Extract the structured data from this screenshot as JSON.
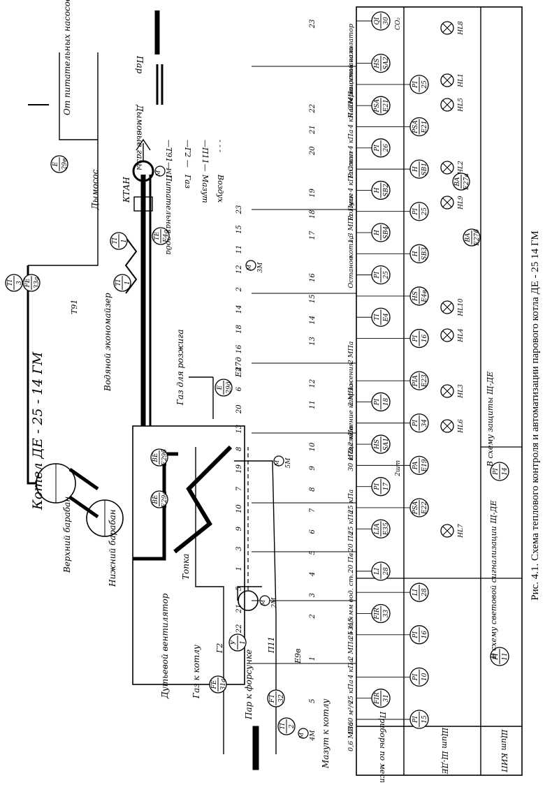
{
  "caption": "Рис. 4.1. Схема теплового контроля и автоматизации парового котла ДЕ - 25 14 ГМ",
  "title": "Котел ДЕ - 25 - 14 ГМ",
  "legend": {
    "steam": "Пар",
    "flue_gas": "Дымовые газы",
    "feed_water_code": "—Т91—",
    "feed_water": "Питательная вода",
    "gas_code": "—Г2 —",
    "gas": "Газ",
    "mazut_code": "—П11—",
    "mazut": "Мазут",
    "air_code": "- - -",
    "air": "Воздух"
  },
  "equipment": {
    "smoke_exhauster": "Дымосос",
    "ktan": "КТАН",
    "economizer": "Водяной экономайзер",
    "upper_drum": "Верхний барабан",
    "lower_drum": "Нижний барабан",
    "furnace": "Топка",
    "blower": "Дутьевой вентилятор",
    "gas_to_boiler": "Газ к котлу",
    "mazut_to_boiler": "Мазут к котлу",
    "steam_to_nozzle": "Пар к форсунке",
    "ignition_gas": "Газ для розжига",
    "from_feed_pumps": "От питательных насосов"
  },
  "pipe_codes": {
    "t91": "Т91",
    "g2": "Г2",
    "n11": "П11"
  },
  "motors": [
    "1М",
    "2М",
    "3М",
    "4М",
    "5М"
  ],
  "field_devices": [
    {
      "top": "ТI",
      "bottom": "3"
    },
    {
      "top": "FE",
      "bottom": "33а"
    },
    {
      "top": "ТI",
      "bottom": "1"
    },
    {
      "top": "ТI",
      "bottom": "1"
    },
    {
      "top": "TE",
      "bottom": "Е4а"
    },
    {
      "top": "E",
      "bottom": "29в"
    },
    {
      "top": "BE",
      "bottom": "E29б"
    },
    {
      "top": "BE",
      "bottom": "E29а"
    },
    {
      "top": "E",
      "bottom": "29д"
    },
    {
      "top": "FE",
      "bottom": "31а"
    },
    {
      "top": "ТI",
      "bottom": "2"
    },
    {
      "top": "FT",
      "bottom": "32"
    },
    {
      "top": "У",
      "bottom": "1"
    }
  ],
  "line_labels": {
    "e9v": "Е9в",
    "e27d": "Е27д"
  },
  "connection_numbers": [
    "23",
    "15",
    "11",
    "12",
    "2",
    "14",
    "18",
    "16",
    "4",
    "6",
    "20",
    "13",
    "8",
    "19",
    "7",
    "10",
    "9",
    "3",
    "1",
    "5",
    "21",
    "22"
  ],
  "row_labels": {
    "local": "Приборы по месту",
    "panel_shde": "Щит Щ-ДЕ",
    "panel_kip": "Щит КИП"
  },
  "panel_columns": [
    {
      "n": "23",
      "label": "анализатор",
      "top": "QI",
      "bottom": "30",
      "sub": "CO₂"
    },
    {
      "n": "",
      "label": "Переносной газо-",
      "top": "",
      "bottom": "",
      "sub": ""
    },
    {
      "n": "",
      "label": "Ключ защиты",
      "top": "HS",
      "bottom": "SA2",
      "sub": ""
    },
    {
      "n": "",
      "label": "2 МПа",
      "top": "PI",
      "bottom": "25",
      "sub": ""
    },
    {
      "n": "22",
      "label": "4 кПа",
      "top": "PSA",
      "bottom": "E21",
      "sub": ""
    },
    {
      "n": "21",
      "label": "Стоп 4 кПа",
      "top": "PSA",
      "bottom": "E21",
      "sub": ""
    },
    {
      "n": "20",
      "label": "Розжиг",
      "top": "PI",
      "bottom": "26",
      "sub": ""
    },
    {
      "n": "",
      "label": "Пуск 4 кПа",
      "top": "H",
      "bottom": "SB1",
      "sub": ""
    },
    {
      "n": "19",
      "label": "Розжиг",
      "top": "H",
      "bottom": "SB2",
      "sub": ""
    },
    {
      "n": "18",
      "label": "1,3 МПа",
      "top": "PI",
      "bottom": "25",
      "sub": ""
    },
    {
      "n": "17",
      "label": "котла",
      "top": "H",
      "bottom": "SB4",
      "sub": ""
    },
    {
      "n": "",
      "label": "Останов",
      "top": "H",
      "bottom": "SB3",
      "sub": ""
    },
    {
      "n": "16",
      "label": "",
      "top": "PI",
      "bottom": "25",
      "sub": ""
    },
    {
      "n": "15",
      "label": "",
      "top": "HS",
      "bottom": "E4в",
      "sub": ""
    },
    {
      "n": "14",
      "label": "",
      "top": "TI",
      "bottom": "E4",
      "sub": ""
    },
    {
      "n": "13",
      "label": "2 МПа",
      "top": "PI",
      "bottom": "16",
      "sub": ""
    },
    {
      "n": "",
      "label": "Исчезновение напряжения",
      "top": "",
      "bottom": "",
      "sub": ""
    },
    {
      "n": "12",
      "label": "2 МПа",
      "top": "PIA",
      "bottom": "E23",
      "sub": ""
    },
    {
      "n": "11",
      "label": "",
      "top": "PI",
      "bottom": "18",
      "sub": ""
    },
    {
      "n": "",
      "label": "2,2 кПа",
      "top": "PI",
      "bottom": "34",
      "sub": ""
    },
    {
      "n": "10",
      "label": "30 кПа",
      "top": "HS",
      "bottom": "SA1",
      "sub": ""
    },
    {
      "n": "9",
      "label": "",
      "top": "PA",
      "bottom": "E19",
      "sub": "2шт"
    },
    {
      "n": "8",
      "label": "25 кПа",
      "top": "PI",
      "bottom": "17",
      "sub": ""
    },
    {
      "n": "7",
      "label": "25 кПа",
      "top": "PSA",
      "bottom": "E22",
      "sub": ""
    },
    {
      "n": "6",
      "label": "- 20 Па",
      "top": "LIA",
      "bottom": "E35",
      "sub": ""
    },
    {
      "n": "5",
      "label": "- 20 Па",
      "top": "",
      "bottom": "",
      "sub": ""
    },
    {
      "n": "4",
      "label": "+315 мм вод. ст.",
      "top": "LI",
      "bottom": "28",
      "sub": ""
    },
    {
      "n": "3",
      "label": "",
      "top": "LI",
      "bottom": "28",
      "sub": ""
    },
    {
      "n": "2",
      "label": "25 т/ч",
      "top": "FIR",
      "bottom": "33",
      "sub": ""
    },
    {
      "n": "",
      "label": "2 МПа",
      "top": "PI",
      "bottom": "16",
      "sub": ""
    },
    {
      "n": "1",
      "label": "4 кПа",
      "top": "",
      "bottom": "",
      "sub": ""
    },
    {
      "n": "",
      "label": "25 кПа",
      "top": "PI",
      "bottom": "10",
      "sub": ""
    },
    {
      "n": "5",
      "label": "1860 м³/ч",
      "top": "FIR",
      "bottom": "31",
      "sub": ""
    },
    {
      "n": "",
      "label": "0,6 МПа",
      "top": "PI",
      "bottom": "15",
      "sub": ""
    }
  ],
  "lamps": [
    "HL8",
    "HL1",
    "HL5",
    "HL2",
    "HL9",
    "HL10",
    "HL4",
    "HL3",
    "HL6",
    "HL7"
  ],
  "alarm_devices": [
    {
      "top": "BA",
      "bottom": "E27а"
    },
    {
      "top": "BA",
      "bottom": "E27б"
    }
  ],
  "kip_devices": [
    {
      "top": "PI",
      "bottom": "14"
    },
    {
      "top": "PI",
      "bottom": "11"
    }
  ],
  "notes": {
    "protection_scheme": "В схему защиты Щ-ДЕ",
    "light_alarm_scheme": "В схему световой сигнализации Щ-ДЕ"
  }
}
